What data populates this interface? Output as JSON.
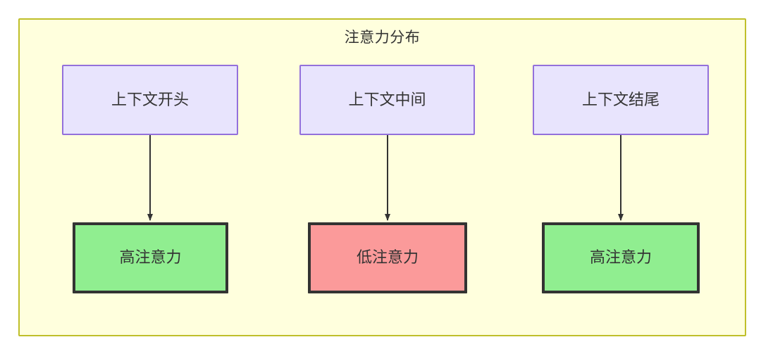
{
  "diagram": {
    "title": "注意力分布",
    "background_color": "#ffffff",
    "container": {
      "fill": "#ffffdd",
      "stroke": "#bfbf2a"
    },
    "source_node_style": {
      "fill": "#e8e4fd",
      "stroke": "#9370db",
      "text_color": "#333333"
    },
    "result_node_styles": {
      "high": {
        "fill": "#90ee90",
        "stroke": "#333333",
        "text_color": "#333333"
      },
      "low": {
        "fill": "#fb9a9a",
        "stroke": "#333333",
        "text_color": "#333333"
      }
    },
    "edge_color": "#333333",
    "nodes": {
      "top": [
        {
          "id": "context-start",
          "label": "上下文开头"
        },
        {
          "id": "context-middle",
          "label": "上下文中间"
        },
        {
          "id": "context-end",
          "label": "上下文结尾"
        }
      ],
      "bottom": [
        {
          "id": "attention-high-start",
          "label": "高注意力",
          "level": "high"
        },
        {
          "id": "attention-low-middle",
          "label": "低注意力",
          "level": "low"
        },
        {
          "id": "attention-high-end",
          "label": "高注意力",
          "level": "high"
        }
      ]
    },
    "edges": [
      {
        "from": "context-start",
        "to": "attention-high-start",
        "type": "arrow"
      },
      {
        "from": "context-middle",
        "to": "attention-low-middle",
        "type": "arrow"
      },
      {
        "from": "context-end",
        "to": "attention-high-end",
        "type": "arrow"
      }
    ]
  }
}
